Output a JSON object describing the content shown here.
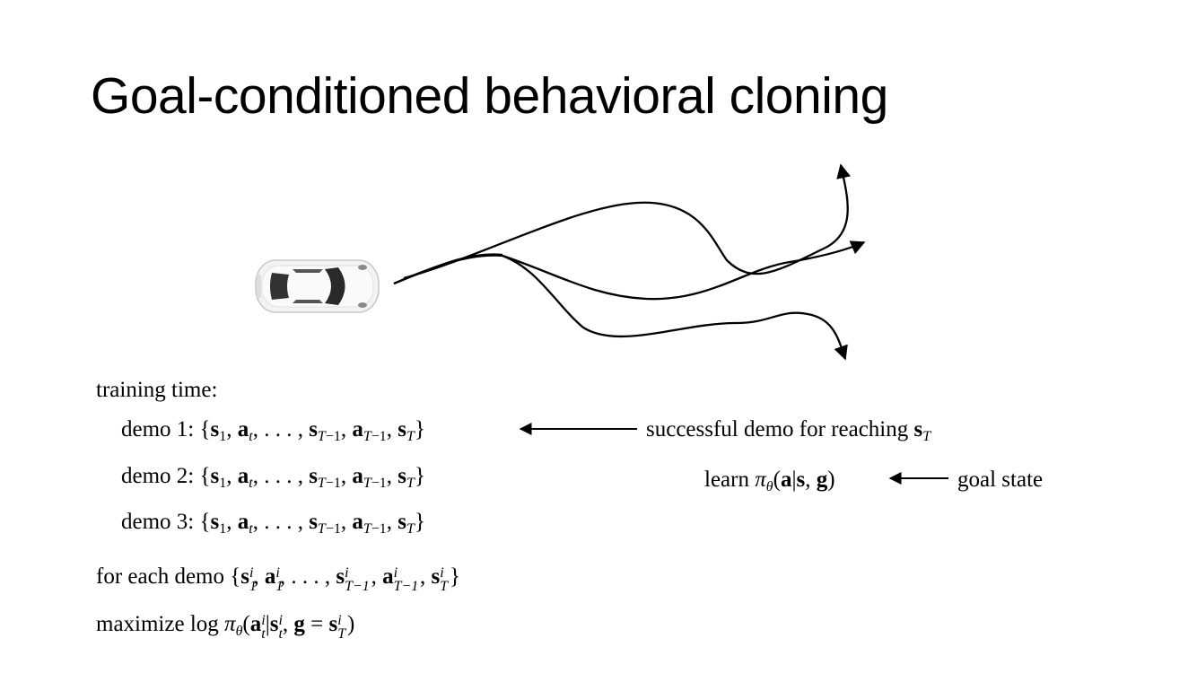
{
  "slide": {
    "title": "Goal-conditioned behavioral cloning"
  },
  "text": {
    "training_time": "training time:",
    "demo1_label": "demo 1:",
    "demo2_label": "demo 2:",
    "demo3_label": "demo 3:",
    "successful_demo": "successful demo for reaching",
    "learn": "learn",
    "goal_state": "goal state",
    "for_each_demo": "for each demo",
    "maximize": "maximize"
  },
  "colors": {
    "text": "#000000",
    "background": "#ffffff",
    "car_body": "#f2f2f2",
    "car_window": "#2b2b2b"
  },
  "icons": [
    "car-top-view-icon",
    "trajectory-arrows"
  ]
}
